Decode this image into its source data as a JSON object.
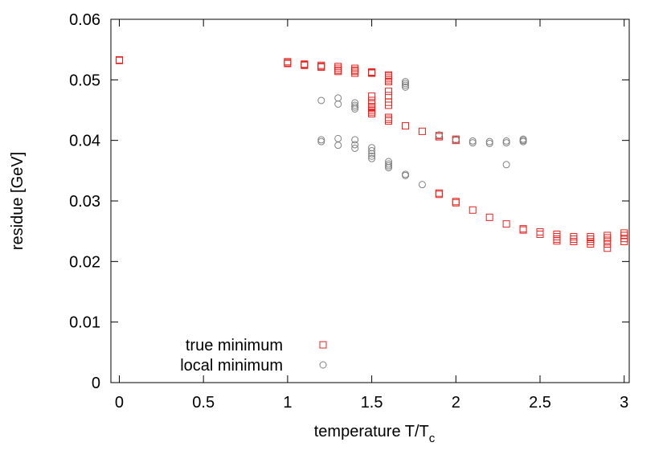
{
  "chart_data": {
    "type": "scatter",
    "xlabel": "temperature T/T",
    "xlabel_subscript": "c",
    "ylabel": "residue [GeV]",
    "xlim": [
      -0.05,
      3.03
    ],
    "ylim": [
      0,
      0.06
    ],
    "xticks": [
      {
        "value": 0,
        "label": "0"
      },
      {
        "value": 0.5,
        "label": "0.5"
      },
      {
        "value": 1,
        "label": "1"
      },
      {
        "value": 1.5,
        "label": "1.5"
      },
      {
        "value": 2,
        "label": "2"
      },
      {
        "value": 2.5,
        "label": "2.5"
      },
      {
        "value": 3,
        "label": "3"
      }
    ],
    "yticks": [
      {
        "value": 0,
        "label": "0"
      },
      {
        "value": 0.01,
        "label": "0.01"
      },
      {
        "value": 0.02,
        "label": "0.02"
      },
      {
        "value": 0.03,
        "label": "0.03"
      },
      {
        "value": 0.04,
        "label": "0.04"
      },
      {
        "value": 0.05,
        "label": "0.05"
      },
      {
        "value": 0.06,
        "label": "0.06"
      }
    ],
    "grid": false,
    "legend_position": "bottom-left",
    "series": [
      {
        "name": "true minimum",
        "marker": "square",
        "color": "#e8201c",
        "points": [
          [
            0,
            0.0533
          ],
          [
            0,
            0.0532
          ],
          [
            1.0,
            0.053
          ],
          [
            1.0,
            0.0528
          ],
          [
            1.0,
            0.0527
          ],
          [
            1.1,
            0.0526
          ],
          [
            1.1,
            0.0525
          ],
          [
            1.1,
            0.0524
          ],
          [
            1.2,
            0.0524
          ],
          [
            1.2,
            0.0522
          ],
          [
            1.2,
            0.0521
          ],
          [
            1.3,
            0.0522
          ],
          [
            1.3,
            0.0519
          ],
          [
            1.3,
            0.0516
          ],
          [
            1.3,
            0.0514
          ],
          [
            1.4,
            0.0519
          ],
          [
            1.4,
            0.0516
          ],
          [
            1.4,
            0.0514
          ],
          [
            1.4,
            0.0511
          ],
          [
            1.5,
            0.0513
          ],
          [
            1.5,
            0.0512
          ],
          [
            1.5,
            0.0511
          ],
          [
            1.5,
            0.0473
          ],
          [
            1.5,
            0.0466
          ],
          [
            1.5,
            0.046
          ],
          [
            1.5,
            0.0456
          ],
          [
            1.5,
            0.0453
          ],
          [
            1.5,
            0.045
          ],
          [
            1.5,
            0.0447
          ],
          [
            1.5,
            0.0444
          ],
          [
            1.6,
            0.0508
          ],
          [
            1.6,
            0.0506
          ],
          [
            1.6,
            0.0503
          ],
          [
            1.6,
            0.05
          ],
          [
            1.6,
            0.0497
          ],
          [
            1.6,
            0.0481
          ],
          [
            1.6,
            0.0474
          ],
          [
            1.6,
            0.0463
          ],
          [
            1.6,
            0.0458
          ],
          [
            1.6,
            0.0438
          ],
          [
            1.6,
            0.0435
          ],
          [
            1.6,
            0.0432
          ],
          [
            1.7,
            0.0424
          ],
          [
            1.8,
            0.0415
          ],
          [
            1.9,
            0.0408
          ],
          [
            1.9,
            0.0406
          ],
          [
            2.0,
            0.0402
          ],
          [
            2.0,
            0.04
          ],
          [
            1.9,
            0.0313
          ],
          [
            1.9,
            0.0311
          ],
          [
            2.0,
            0.0299
          ],
          [
            2.0,
            0.0297
          ],
          [
            2.1,
            0.0285
          ],
          [
            2.2,
            0.0273
          ],
          [
            2.3,
            0.0262
          ],
          [
            2.4,
            0.0254
          ],
          [
            2.4,
            0.0252
          ],
          [
            2.5,
            0.0249
          ],
          [
            2.5,
            0.0245
          ],
          [
            2.6,
            0.0245
          ],
          [
            2.6,
            0.0241
          ],
          [
            2.6,
            0.0237
          ],
          [
            2.6,
            0.0234
          ],
          [
            2.7,
            0.0241
          ],
          [
            2.7,
            0.0237
          ],
          [
            2.7,
            0.0233
          ],
          [
            2.8,
            0.0241
          ],
          [
            2.8,
            0.0237
          ],
          [
            2.8,
            0.0233
          ],
          [
            2.8,
            0.0229
          ],
          [
            2.9,
            0.0243
          ],
          [
            2.9,
            0.0239
          ],
          [
            2.9,
            0.0235
          ],
          [
            2.9,
            0.0229
          ],
          [
            2.9,
            0.0222
          ],
          [
            3.0,
            0.0247
          ],
          [
            3.0,
            0.0243
          ],
          [
            3.0,
            0.0238
          ],
          [
            3.0,
            0.0233
          ]
        ]
      },
      {
        "name": "local minimum",
        "marker": "circle",
        "color": "#808080",
        "points": [
          [
            1.2,
            0.0466
          ],
          [
            1.2,
            0.0401
          ],
          [
            1.2,
            0.0398
          ],
          [
            1.3,
            0.047
          ],
          [
            1.3,
            0.046
          ],
          [
            1.3,
            0.0403
          ],
          [
            1.3,
            0.0392
          ],
          [
            1.4,
            0.0462
          ],
          [
            1.4,
            0.0458
          ],
          [
            1.4,
            0.0455
          ],
          [
            1.4,
            0.0452
          ],
          [
            1.4,
            0.0401
          ],
          [
            1.4,
            0.0393
          ],
          [
            1.4,
            0.0387
          ],
          [
            1.5,
            0.0388
          ],
          [
            1.5,
            0.0383
          ],
          [
            1.5,
            0.0378
          ],
          [
            1.5,
            0.0374
          ],
          [
            1.5,
            0.037
          ],
          [
            1.6,
            0.0365
          ],
          [
            1.6,
            0.0361
          ],
          [
            1.6,
            0.0358
          ],
          [
            1.6,
            0.0355
          ],
          [
            1.7,
            0.0497
          ],
          [
            1.7,
            0.0494
          ],
          [
            1.7,
            0.0491
          ],
          [
            1.7,
            0.0488
          ],
          [
            1.7,
            0.0344
          ],
          [
            1.7,
            0.0342
          ],
          [
            1.8,
            0.0327
          ],
          [
            1.9,
            0.0409
          ],
          [
            2.0,
            0.0401
          ],
          [
            2.1,
            0.0399
          ],
          [
            2.1,
            0.0396
          ],
          [
            2.2,
            0.0398
          ],
          [
            2.2,
            0.0395
          ],
          [
            2.3,
            0.0399
          ],
          [
            2.3,
            0.0396
          ],
          [
            2.3,
            0.036
          ],
          [
            2.4,
            0.0402
          ],
          [
            2.4,
            0.04
          ],
          [
            2.4,
            0.0398
          ]
        ]
      }
    ]
  }
}
